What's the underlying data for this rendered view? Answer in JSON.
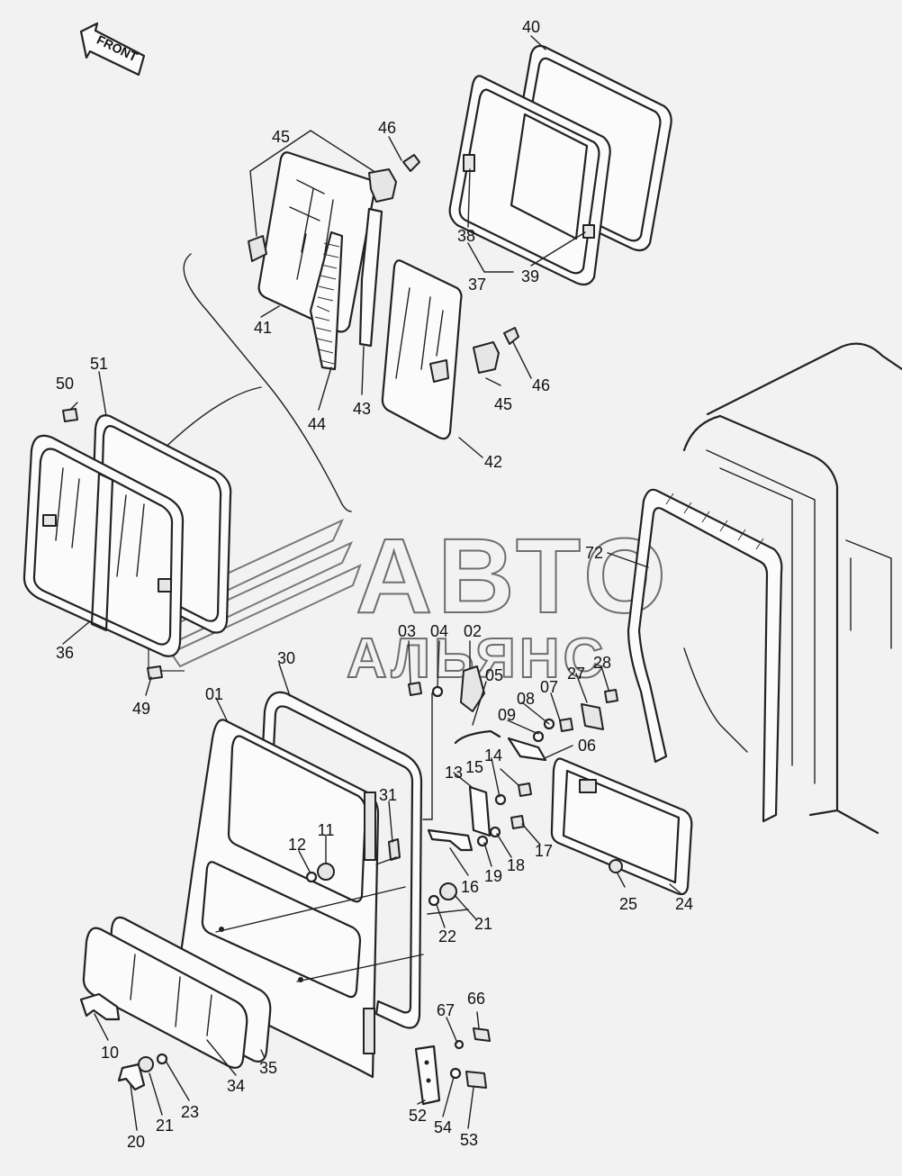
{
  "front_arrow": {
    "text": "FRONT"
  },
  "watermark": {
    "line1": "АВТО",
    "line2": "АЛЬЯНС"
  },
  "labels": [
    {
      "id": "40",
      "text": "40"
    },
    {
      "id": "45a",
      "text": "45"
    },
    {
      "id": "46a",
      "text": "46"
    },
    {
      "id": "38",
      "text": "38"
    },
    {
      "id": "37",
      "text": "37"
    },
    {
      "id": "39",
      "text": "39"
    },
    {
      "id": "41",
      "text": "41"
    },
    {
      "id": "44",
      "text": "44"
    },
    {
      "id": "43",
      "text": "43"
    },
    {
      "id": "46b",
      "text": "46"
    },
    {
      "id": "45b",
      "text": "45"
    },
    {
      "id": "42",
      "text": "42"
    },
    {
      "id": "50",
      "text": "50"
    },
    {
      "id": "51",
      "text": "51"
    },
    {
      "id": "36",
      "text": "36"
    },
    {
      "id": "49",
      "text": "49"
    },
    {
      "id": "72",
      "text": "72"
    },
    {
      "id": "03",
      "text": "03"
    },
    {
      "id": "04",
      "text": "04"
    },
    {
      "id": "02",
      "text": "02"
    },
    {
      "id": "05",
      "text": "05"
    },
    {
      "id": "27",
      "text": "27"
    },
    {
      "id": "28",
      "text": "28"
    },
    {
      "id": "07",
      "text": "07"
    },
    {
      "id": "08",
      "text": "08"
    },
    {
      "id": "09",
      "text": "09"
    },
    {
      "id": "06",
      "text": "06"
    },
    {
      "id": "30",
      "text": "30"
    },
    {
      "id": "01",
      "text": "01"
    },
    {
      "id": "14",
      "text": "14"
    },
    {
      "id": "15",
      "text": "15"
    },
    {
      "id": "13",
      "text": "13"
    },
    {
      "id": "31",
      "text": "31"
    },
    {
      "id": "11",
      "text": "11"
    },
    {
      "id": "12",
      "text": "12"
    },
    {
      "id": "17",
      "text": "17"
    },
    {
      "id": "18",
      "text": "18"
    },
    {
      "id": "19",
      "text": "19"
    },
    {
      "id": "16",
      "text": "16"
    },
    {
      "id": "25",
      "text": "25"
    },
    {
      "id": "24",
      "text": "24"
    },
    {
      "id": "21a",
      "text": "21"
    },
    {
      "id": "22",
      "text": "22"
    },
    {
      "id": "67",
      "text": "67"
    },
    {
      "id": "66",
      "text": "66"
    },
    {
      "id": "10",
      "text": "10"
    },
    {
      "id": "35",
      "text": "35"
    },
    {
      "id": "34",
      "text": "34"
    },
    {
      "id": "23",
      "text": "23"
    },
    {
      "id": "21b",
      "text": "21"
    },
    {
      "id": "20",
      "text": "20"
    },
    {
      "id": "52",
      "text": "52"
    },
    {
      "id": "54",
      "text": "54"
    },
    {
      "id": "53",
      "text": "53"
    }
  ]
}
